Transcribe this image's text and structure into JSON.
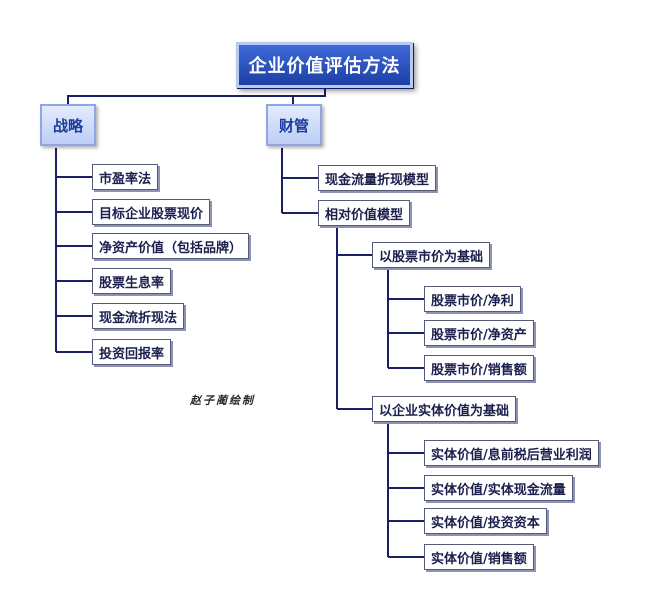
{
  "title": "企业价值评估方法",
  "strategy": {
    "label": "战略",
    "items": [
      "市盈率法",
      "目标企业股票现价",
      "净资产价值（包括品牌）",
      "股票生息率",
      "现金流折现法",
      "投资回报率"
    ]
  },
  "finance": {
    "label": "财管",
    "dcf": "现金流量折现模型",
    "relative": "相对价值模型",
    "market_base": {
      "label": "以股票市价为基础",
      "items": [
        "股票市价/净利",
        "股票市价/净资产",
        "股票市价/销售额"
      ]
    },
    "entity_base": {
      "label": "以企业实体价值为基础",
      "items": [
        "实体价值/息前税后营业利润",
        "实体价值/实体现金流量",
        "实体价值/投资资本",
        "实体价值/销售额"
      ]
    }
  },
  "credit": "赵子蔺绘制",
  "colors": {
    "line": "#1a1f66",
    "root_bg": "#2a51c4",
    "branch_bg": "#d3defa",
    "branch_text": "#1c3d9c"
  }
}
